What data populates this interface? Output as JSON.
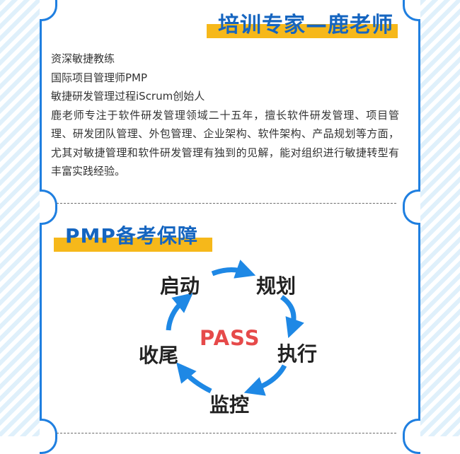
{
  "section1": {
    "title": "培训专家—鹿老师",
    "lines": [
      "资深敏捷教练",
      "国际项目管理师PMP",
      "敏捷研发管理过程iScrum创始人"
    ],
    "bio": "鹿老师专注于软件研发管理领域二十五年，擅长软件研发管理、项目管理、研发团队管理、外包管理、企业架构、软件架构、产品规划等方面，尤其对敏捷管理和软件研发管理有独到的见解，能对组织进行敏捷转型有丰富实践经验。"
  },
  "section2": {
    "title": "PMP备考保障",
    "cycle": {
      "center": "PASS",
      "steps": [
        "启动",
        "规划",
        "执行",
        "监控",
        "收尾"
      ]
    }
  },
  "colors": {
    "accent_blue": "#1f7fe0",
    "title_blue": "#1565c0",
    "title_bar_yellow": "#f6b81a",
    "arrow_blue": "#1e88e5",
    "pass_red": "#e64a4a"
  }
}
